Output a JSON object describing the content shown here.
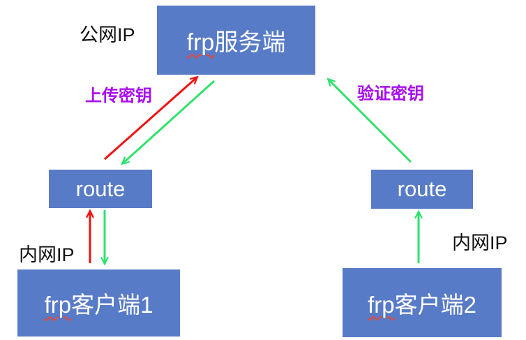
{
  "diagram": {
    "title": "frp key exchange diagram",
    "colors": {
      "node_fill": "#587BC7",
      "node_text": "#ffffff",
      "label_text": "#101010",
      "key_label_text": "#A80DEE",
      "arrow_red": "#F21010",
      "arrow_green": "#2FE26C",
      "squiggle_red": "#DE4B3C",
      "background": "#ffffff"
    },
    "nodes": {
      "server": {
        "prefix": "frp",
        "suffix": "服务端"
      },
      "route_left": {
        "label": "route"
      },
      "route_right": {
        "label": "route"
      },
      "client1": {
        "prefix": "frp",
        "suffix": "客户端1"
      },
      "client2": {
        "prefix": "frp",
        "suffix": "客户端2"
      }
    },
    "labels": {
      "public_ip": "公网IP",
      "upload_key": "上传密钥",
      "verify_key": "验证密钥",
      "lan_ip_left": "内网IP",
      "lan_ip_right": "内网IP"
    }
  }
}
